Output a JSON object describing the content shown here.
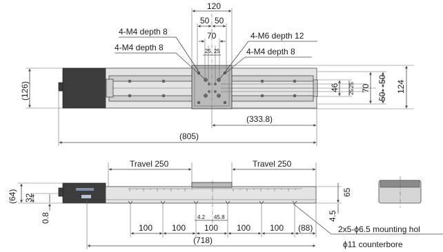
{
  "top_view": {
    "dims": {
      "width_120": "120",
      "half_50_left": "50",
      "half_50_right": "50",
      "span_70_top": "70",
      "pitch_25_a": "25",
      "pitch_25_b": "25",
      "height_126": "(126)",
      "length_805": "(805)",
      "travel_333_8": "(333.8)",
      "rail_46": "46",
      "pitch_25_c": "25",
      "pitch_25_d": "25",
      "span_70_side": "70",
      "pitch_50_a": "50",
      "pitch_50_b": "50",
      "height_124": "124"
    },
    "callouts": {
      "m4_depth8_a": "4-M4 depth 8",
      "m4_depth8_b": "4-M4 depth 8",
      "m6_depth12": "4-M6 depth 12",
      "m4_depth8_c": "4-M4 depth 8"
    }
  },
  "side_view": {
    "travel_left": "Travel 250",
    "travel_right": "Travel 250",
    "dims": {
      "height_64": "(64)",
      "height_32": "32",
      "offset_0_8": "0.8",
      "pitch_100_1": "100",
      "pitch_100_2": "100",
      "pitch_100_3": "100",
      "pitch_100_4": "100",
      "pitch_100_5": "100",
      "end_88": "(88)",
      "offset_4_2": "4.2",
      "offset_45_8": "45.8",
      "length_718": "(718)",
      "height_65": "65",
      "offset_4_5": "4.5"
    },
    "note_holes": "2x5-ϕ6.5 mounting hol",
    "note_counterbore": "ϕ11 counterbore"
  }
}
